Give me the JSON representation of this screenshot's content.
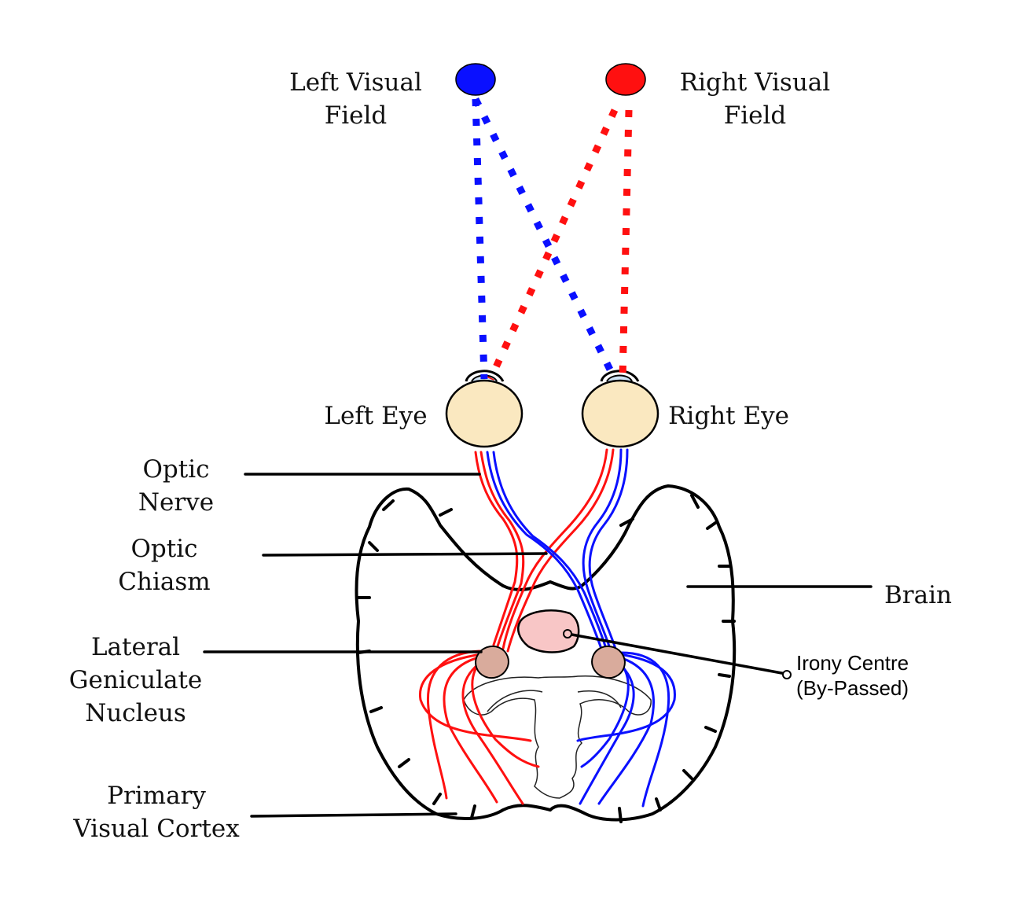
{
  "labels": {
    "left_visual_field": [
      "Left Visual",
      "Field"
    ],
    "right_visual_field": [
      "Right Visual",
      "Field"
    ],
    "left_eye": "Left Eye",
    "right_eye": "Right Eye",
    "optic_nerve": [
      "Optic",
      "Nerve"
    ],
    "optic_chiasm": [
      "Optic",
      "Chiasm"
    ],
    "lateral_geniculate_nucleus": [
      "Lateral",
      "Geniculate",
      "Nucleus"
    ],
    "primary_visual_cortex": [
      "Primary",
      "Visual Cortex"
    ],
    "brain": "Brain",
    "irony_centre": [
      "Irony Centre",
      "(By-Passed)"
    ]
  },
  "colors": {
    "left_field": "#0a10ff",
    "right_field": "#ff1010",
    "eye_fill": "#fae8c0",
    "lgn_fill": "#d9ab9c",
    "irony_fill": "#f8c6c6",
    "outline": "#000000"
  }
}
